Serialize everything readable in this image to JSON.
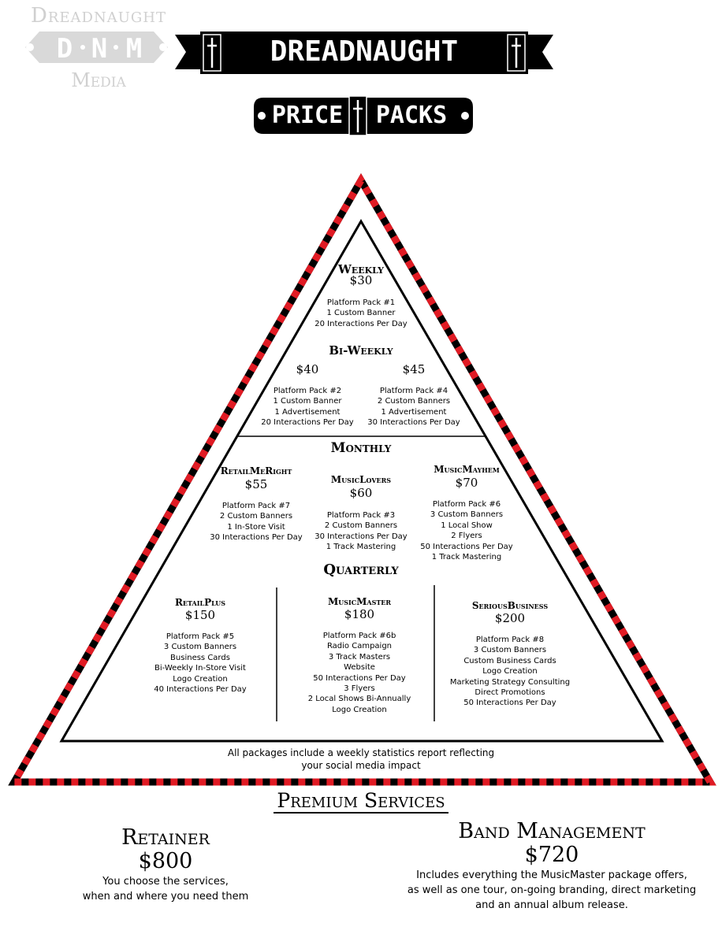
{
  "logo": {
    "top_word": "Dreadnaught",
    "letters": [
      "D",
      "N",
      "M"
    ],
    "bottom_word": "Media"
  },
  "header": {
    "title": "DREADNAUGHT MEDIA",
    "subtitle_left": "PRICE",
    "subtitle_right": "PACKS"
  },
  "weekly": {
    "title": "Weekly",
    "price": "$30",
    "features": [
      "Platform Pack #1",
      "1 Custom Banner",
      "20 Interactions Per Day"
    ]
  },
  "biweekly": {
    "title": "Bi-Weekly",
    "left": {
      "price": "$40",
      "features": [
        "Platform Pack #2",
        "1 Custom Banner",
        "1 Advertisement",
        "20 Interactions Per Day"
      ]
    },
    "right": {
      "price": "$45",
      "features": [
        "Platform Pack #4",
        "2 Custom Banners",
        "1 Advertisement",
        "30 Interactions Per Day"
      ]
    }
  },
  "monthly": {
    "title": "Monthly",
    "packages": [
      {
        "name": "RetailMeRight",
        "price": "$55",
        "features": [
          "Platform Pack #7",
          "2 Custom Banners",
          "1 In-Store Visit",
          "30 Interactions Per Day"
        ]
      },
      {
        "name": "MusicLovers",
        "price": "$60",
        "features": [
          "Platform Pack #3",
          "2 Custom Banners",
          "30 Interactions Per Day",
          "1 Track Mastering"
        ]
      },
      {
        "name": "MusicMayhem",
        "price": "$70",
        "features": [
          "Platform Pack #6",
          "3 Custom Banners",
          "1 Local Show",
          "2 Flyers",
          "50 Interactions Per Day",
          "1 Track Mastering"
        ]
      }
    ]
  },
  "quarterly": {
    "title": "Quarterly",
    "packages": [
      {
        "name": "RetailPlus",
        "price": "$150",
        "features": [
          "Platform Pack #5",
          "3 Custom Banners",
          "Business Cards",
          "Bi-Weekly In-Store Visit",
          "Logo Creation",
          "40 Interactions Per Day"
        ]
      },
      {
        "name": "MusicMaster",
        "price": "$180",
        "features": [
          "Platform Pack #6b",
          "Radio Campaign",
          "3 Track Masters",
          "Website",
          "50 Interactions Per Day",
          "3 Flyers",
          "2 Local Shows Bi-Annually",
          "Logo Creation"
        ]
      },
      {
        "name": "SeriousBusiness",
        "price": "$200",
        "features": [
          "Platform Pack #8",
          "3 Custom Banners",
          "Custom Business Cards",
          "Logo Creation",
          "Marketing Strategy Consulting",
          "Direct Promotions",
          "50 Interactions Per Day"
        ]
      }
    ]
  },
  "footnote": {
    "line1": "All packages include a weekly statistics report reflecting",
    "line2": "your social media impact"
  },
  "premium": {
    "heading": "Premium Services",
    "retainer": {
      "title": "Retainer",
      "price": "$800",
      "lines": [
        "You choose the services,",
        "when and where you need them"
      ]
    },
    "band": {
      "title": "Band Management",
      "price": "$720",
      "lines": [
        "Includes everything the MusicMaster package offers,",
        "as well as one tour, on-going branding, direct marketing",
        "and an annual album release."
      ]
    }
  },
  "colors": {
    "accent_red": "#e01b24",
    "black": "#000000",
    "watermark_gray": "#d0d0d0"
  }
}
